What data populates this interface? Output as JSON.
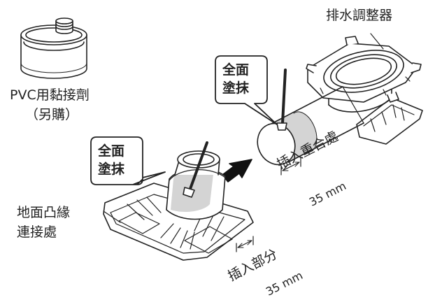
{
  "labels": {
    "adhesive_line1": "PVC用黏接劑",
    "adhesive_line2": "（另購）",
    "regulator": "排水調整器",
    "callout_upper_line1": "全面",
    "callout_upper_line2": "塗抹",
    "callout_lower_line1": "全面",
    "callout_lower_line2": "塗抹",
    "flange_line1": "地面凸緣",
    "flange_line2": "連接處",
    "overlap_label": "插入重合處",
    "overlap_value": "35 mm",
    "insert_label": "插入部分",
    "insert_value": "35 mm"
  },
  "colors": {
    "line": "#222222",
    "glue_shade": "#d4d4d4",
    "arrow": "#111111"
  }
}
